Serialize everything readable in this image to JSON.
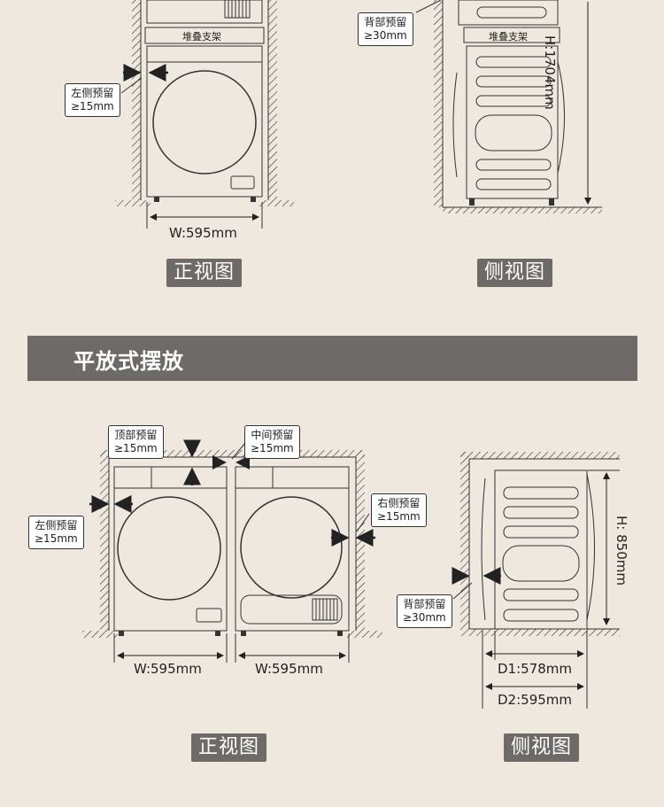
{
  "stacked": {
    "support_label": "堆叠支架",
    "left_callout": [
      "左侧预留",
      "≥15mm"
    ],
    "back_callout": [
      "背部预留",
      "≥30mm"
    ],
    "width": "W:595mm",
    "height": "H:1704mm",
    "front_view": "正视图",
    "side_view": "侧视图"
  },
  "section_title": "平放式摆放",
  "flat": {
    "top_callout": [
      "顶部预留",
      "≥15mm"
    ],
    "middle_callout": [
      "中间预留",
      "≥15mm"
    ],
    "left_callout": [
      "左侧预留",
      "≥15mm"
    ],
    "right_callout": [
      "右侧预留",
      "≥15mm"
    ],
    "back_callout": [
      "背部预留",
      "≥30mm"
    ],
    "width_left": "W:595mm",
    "width_right": "W:595mm",
    "height": "H: 850mm",
    "depth1": "D1:578mm",
    "depth2": "D2:595mm",
    "front_view": "正视图",
    "side_view": "侧视图"
  }
}
